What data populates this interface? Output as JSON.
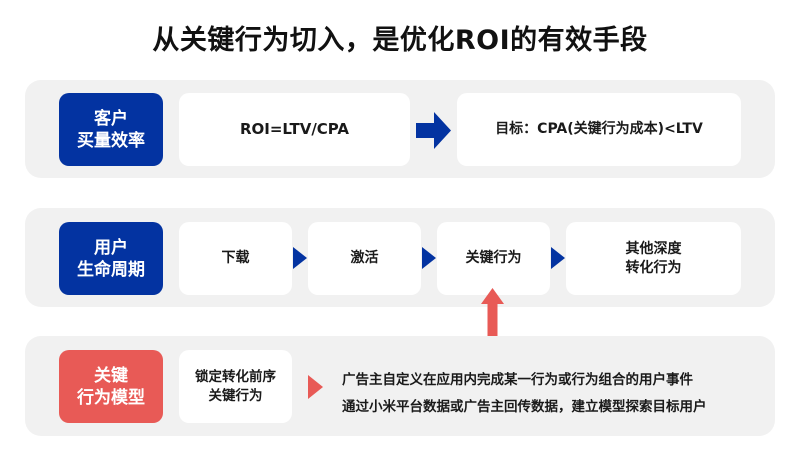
{
  "title": "从关键行为切入，是优化ROI的有效手段",
  "colors": {
    "blue": "#0333a1",
    "red": "#e85a56",
    "panel_bg": "#f1f1f1",
    "box_bg": "#ffffff"
  },
  "rows": [
    {
      "label_line1": "客户",
      "label_line2": "买量效率",
      "formula": "ROI=LTV/CPA",
      "arrow_icon": "right-block-arrow-icon",
      "goal": "目标：CPA(关键行为成本)<LTV"
    },
    {
      "label_line1": "用户",
      "label_line2": "生命周期",
      "steps": [
        {
          "line1": "下载",
          "line2": ""
        },
        {
          "line1": "激活",
          "line2": ""
        },
        {
          "line1": "关键行为",
          "line2": ""
        },
        {
          "line1": "其他深度",
          "line2": "转化行为"
        }
      ],
      "arrow_icon": "triangle-right-icon"
    },
    {
      "label_line1": "关键",
      "label_line2": "行为模型",
      "box_line1": "锁定转化前序",
      "box_line2": "关键行为",
      "arrow_icon": "triangle-right-icon",
      "desc_line1": "广告主自定义在应用内完成某一行为或行为组合的用户事件",
      "desc_line2": "通过小米平台数据或广告主回传数据，建立模型探索目标用户"
    }
  ],
  "connector_icon": "up-arrow-icon"
}
